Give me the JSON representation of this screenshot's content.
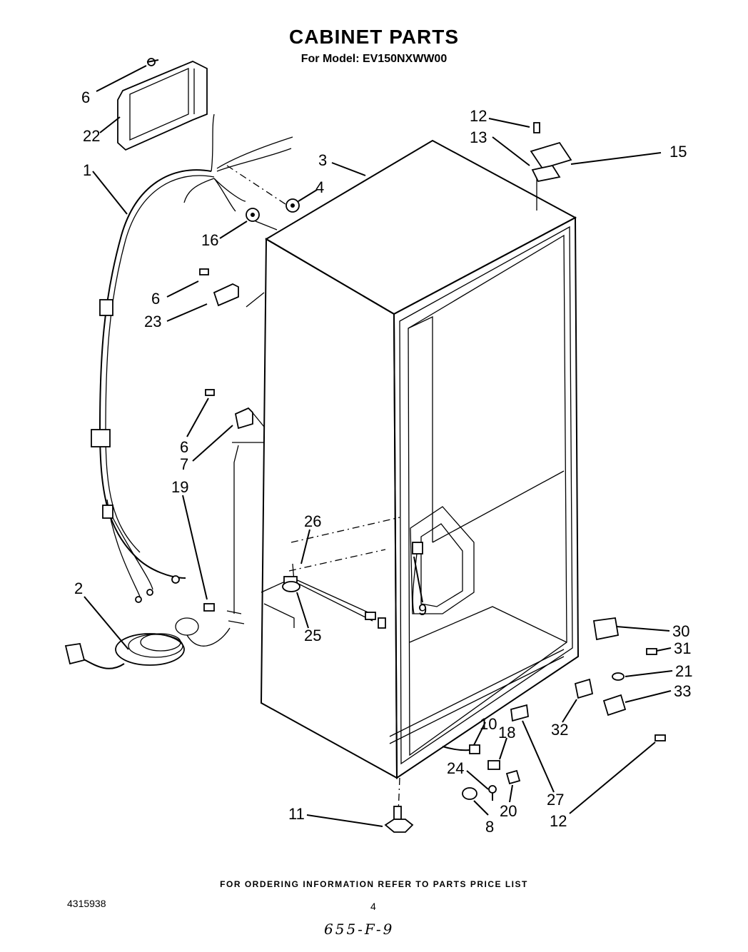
{
  "header": {
    "title": "CABINET PARTS",
    "subtitle": "For Model: EV150NXWW00"
  },
  "footer": {
    "note": "FOR ORDERING INFORMATION REFER TO PARTS PRICE LIST",
    "doc_number": "4315938",
    "page_number": "4",
    "handwritten": "655-F-9"
  },
  "callouts": [
    "6",
    "22",
    "1",
    "3",
    "12",
    "13",
    "15",
    "4",
    "16",
    "6",
    "23",
    "6",
    "7",
    "19",
    "26",
    "9",
    "2",
    "25",
    "30",
    "31",
    "21",
    "33",
    "32",
    "10",
    "18",
    "24",
    "27",
    "11",
    "8",
    "20",
    "12"
  ]
}
